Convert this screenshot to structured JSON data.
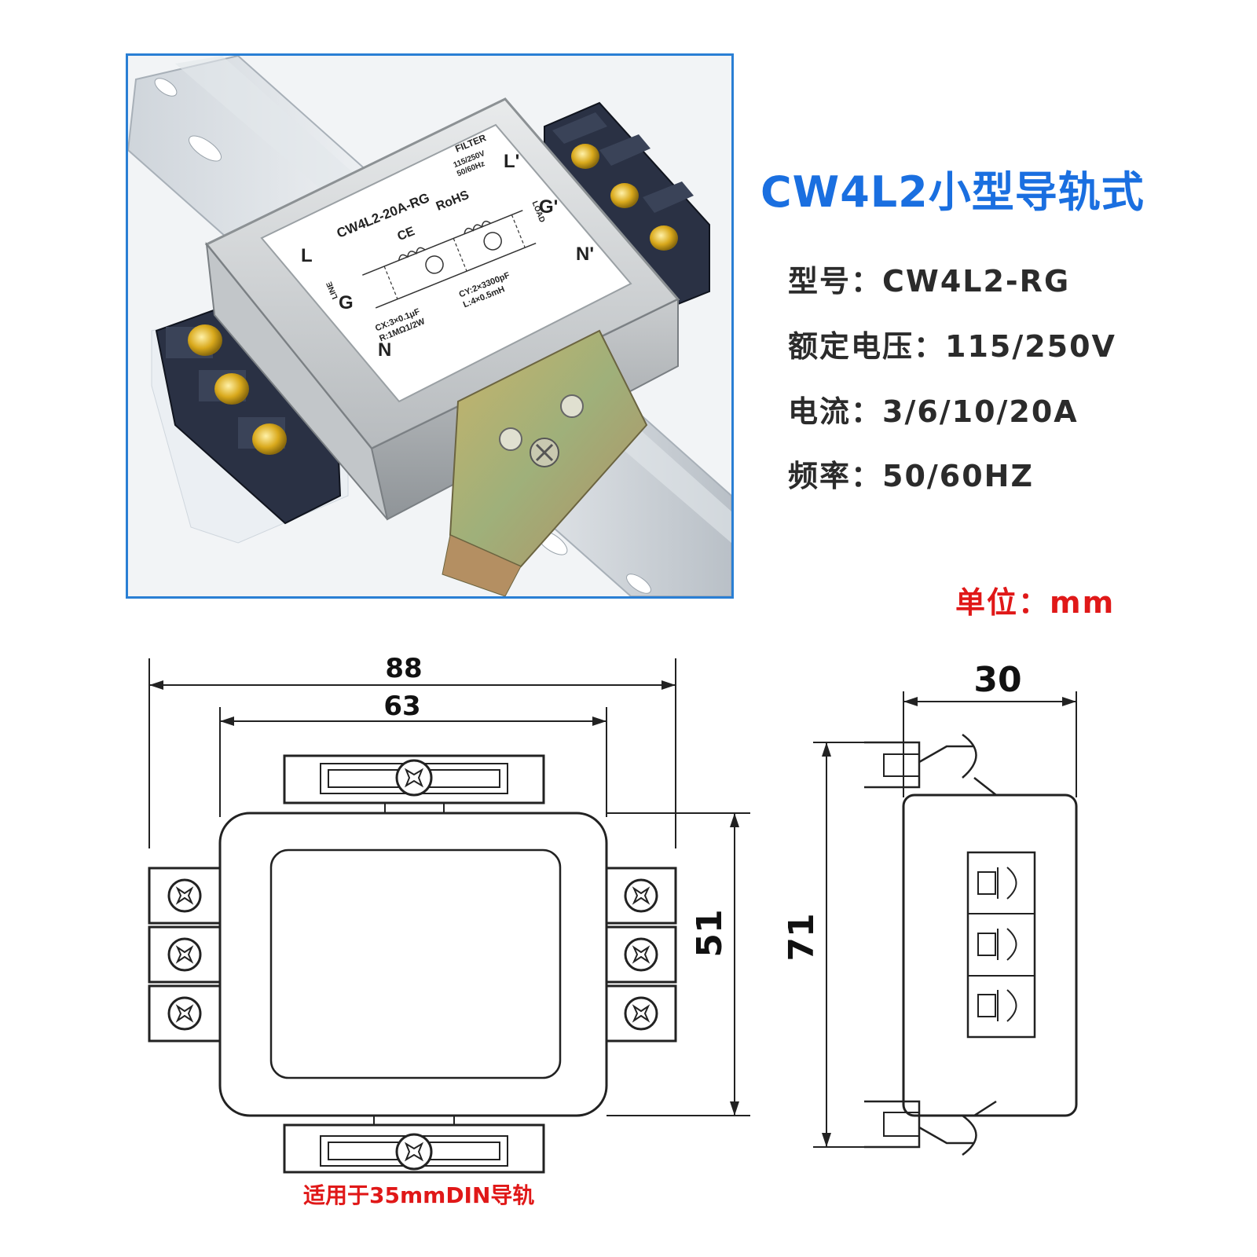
{
  "product": {
    "title": "CW4L2小型导轨式",
    "title_color": "#1a6fe0"
  },
  "specs": [
    {
      "label": "型号：",
      "value": "CW4L2-RG"
    },
    {
      "label": "额定电压：",
      "value": "115/250V"
    },
    {
      "label": "电流：",
      "value": "3/6/10/20A"
    },
    {
      "label": "频率：",
      "value": "50/60HZ"
    }
  ],
  "unit_note": "单位：mm",
  "din_note": "适用于35mmDIN导轨",
  "photo": {
    "frame_color": "#2a7fd4",
    "label": {
      "model": "CW4L2-20A-RG",
      "filter": "FILTER",
      "rating": "115/250V",
      "frequency": "50/60Hz",
      "rohs": "RoHS",
      "ce": "CE",
      "line": "LINE",
      "load": "LOAD",
      "cx": "CX:3×0.1μF",
      "r": "R:1MΩ1/2W",
      "cy": "CY:2×3300pF",
      "l": "L:4×0.5mH"
    },
    "terminals": {
      "left_l": "L",
      "left_g": "G",
      "left_n": "N",
      "right_l": "L'",
      "right_g": "G'",
      "right_n": "N'"
    }
  },
  "dimensions": {
    "width_overall": "88",
    "width_body": "63",
    "height_body": "51",
    "height_overall": "71",
    "depth": "30"
  },
  "colors": {
    "accent_red": "#e01818",
    "brass": "#d4a21a",
    "terminal_block": "#2a3144"
  }
}
